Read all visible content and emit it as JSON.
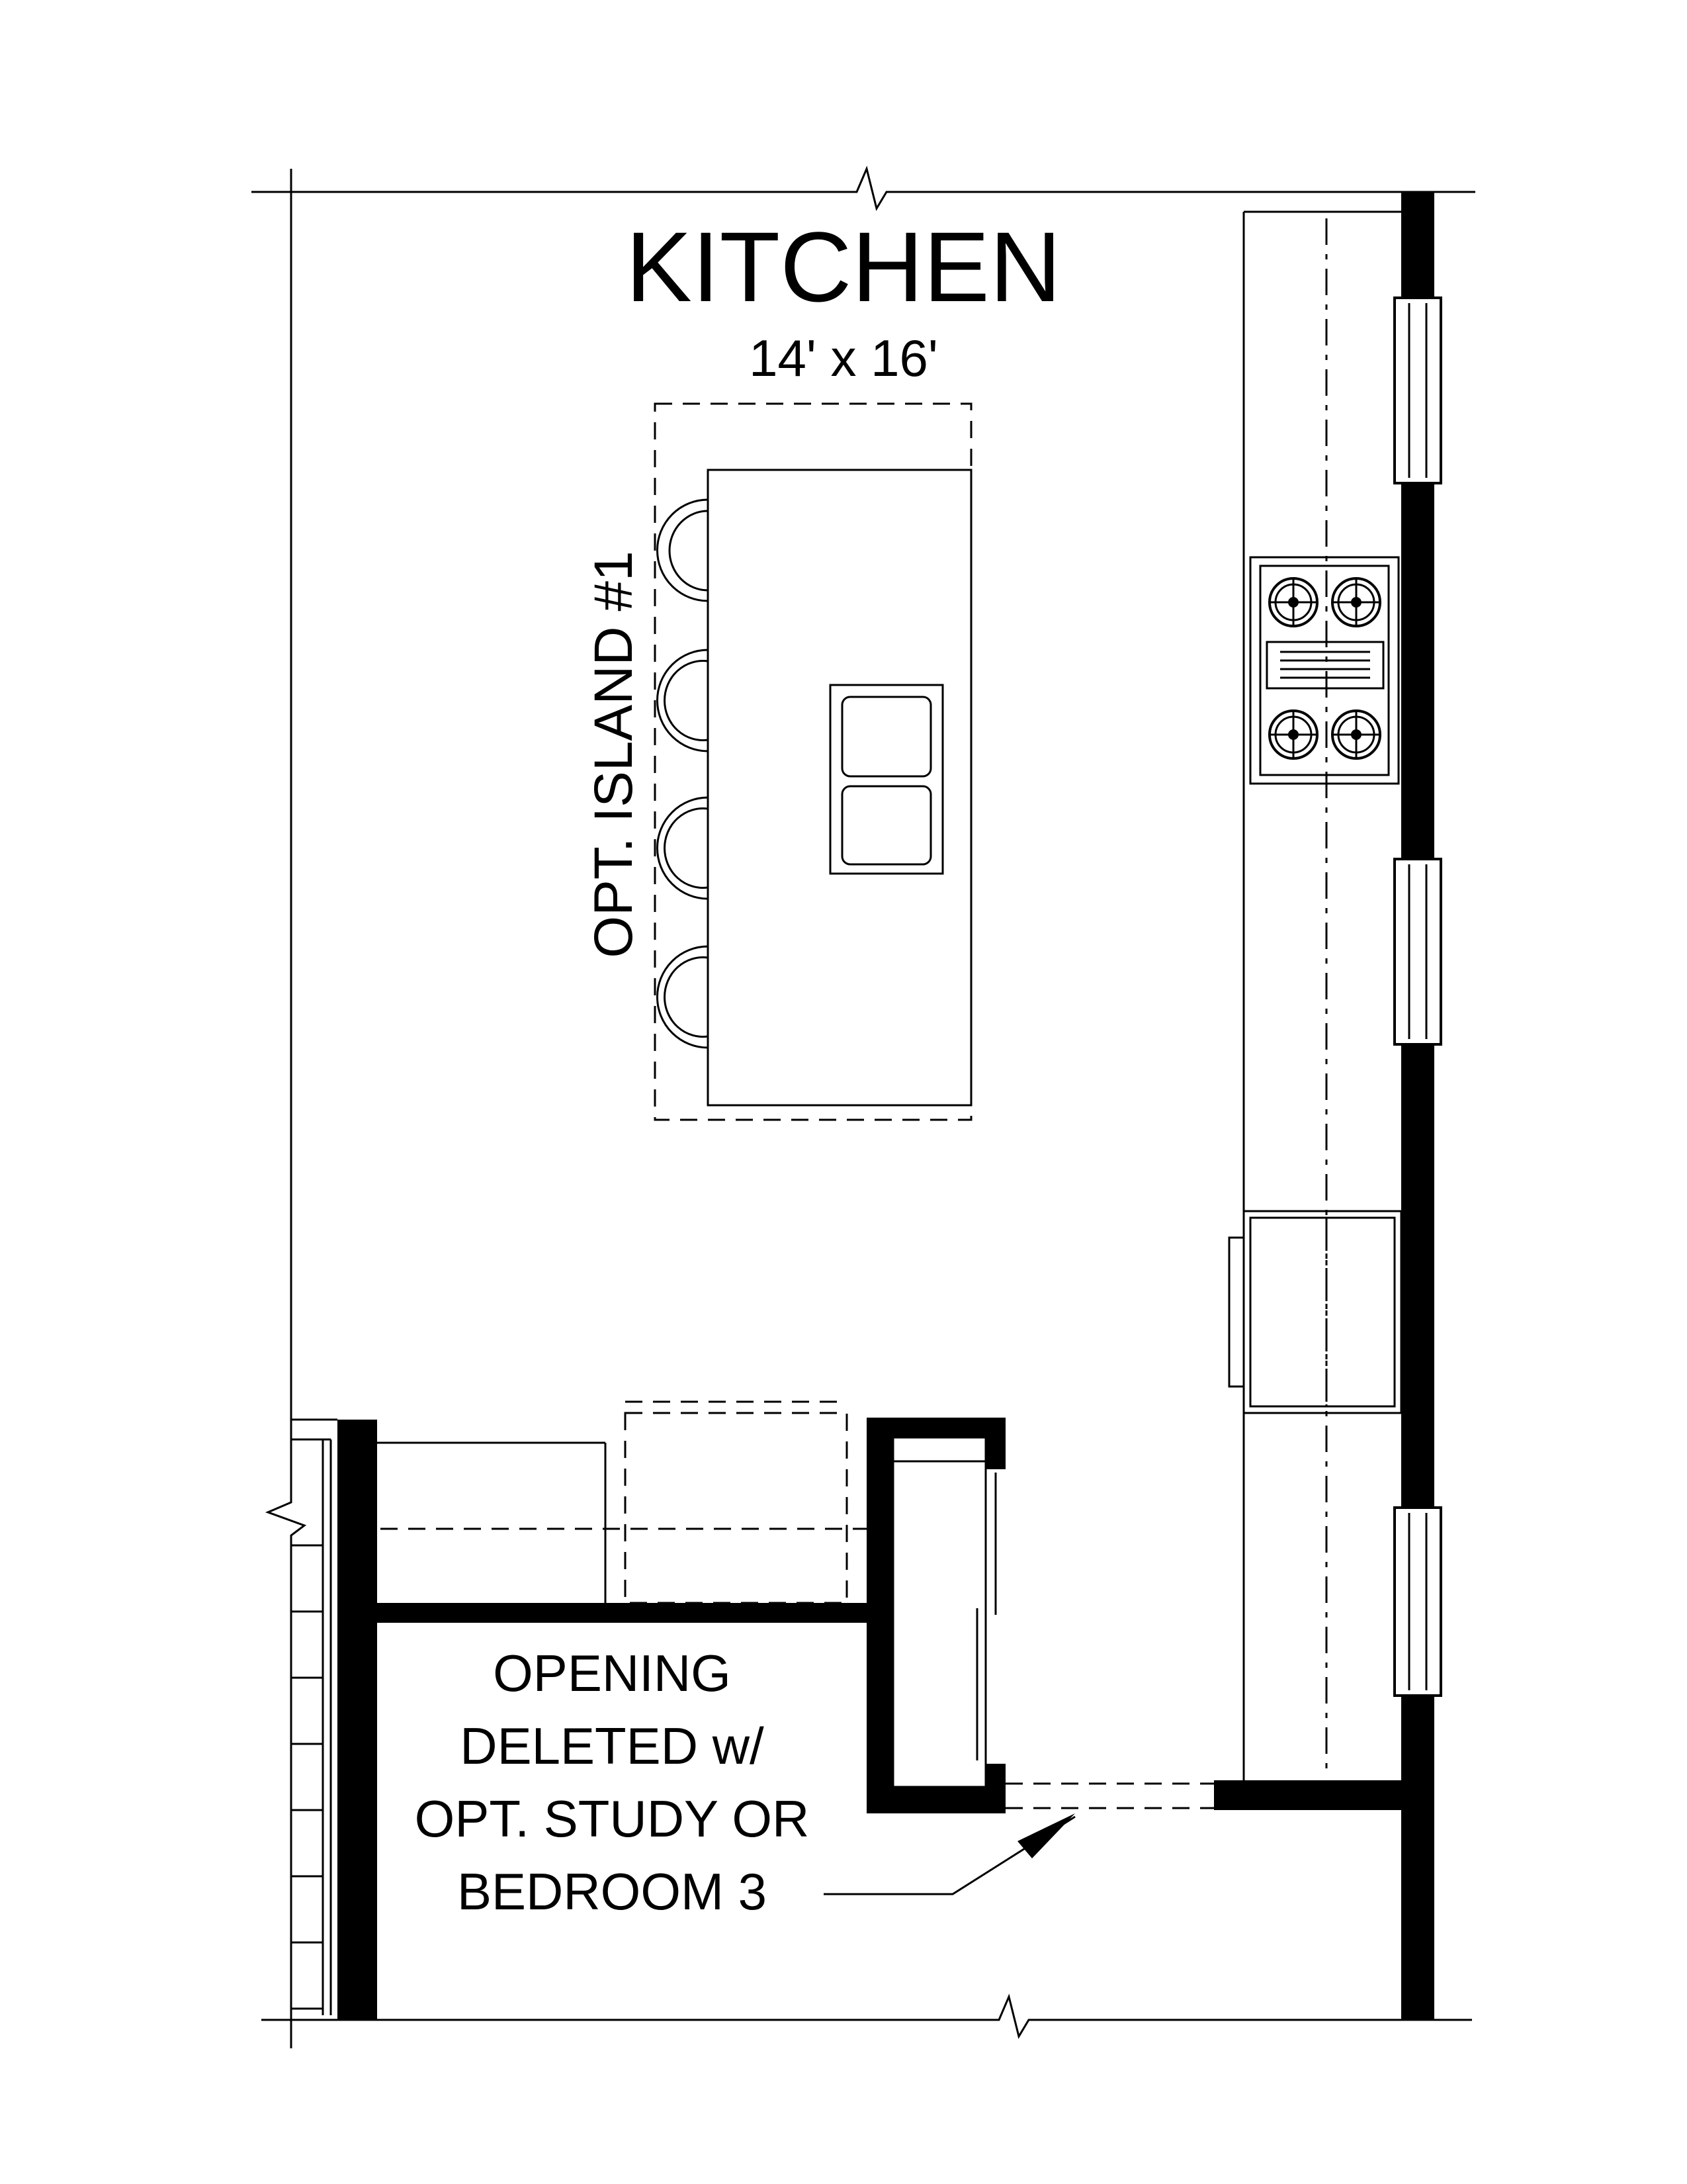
{
  "room": {
    "name": "KITCHEN",
    "dimensions": "14' x 16'"
  },
  "island_label": "OPT. ISLAND #1",
  "note": {
    "lines": [
      "OPENING",
      "DELETED w/",
      "OPT. STUDY OR",
      "BEDROOM 3"
    ]
  },
  "colors": {
    "line": "#000000",
    "background": "#ffffff"
  }
}
